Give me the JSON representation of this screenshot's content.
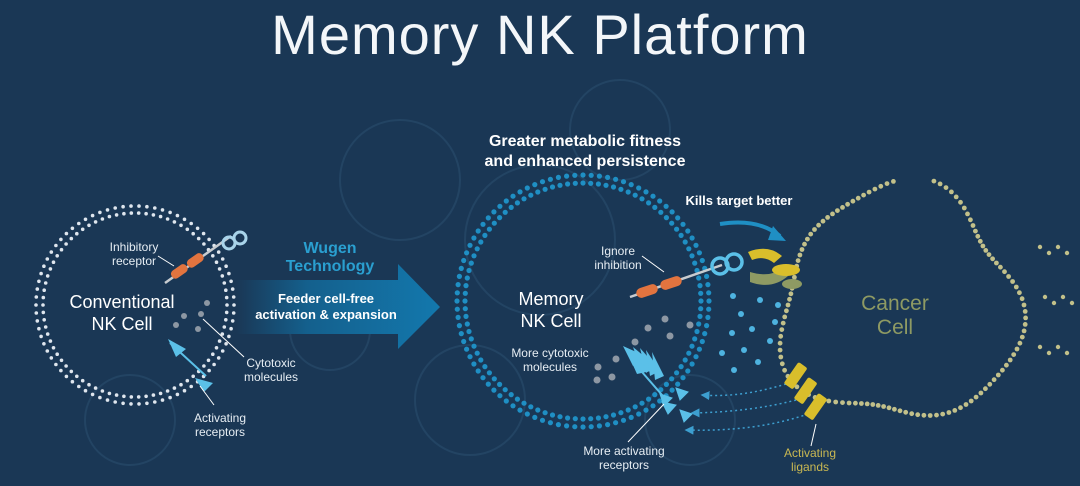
{
  "title": "Memory NK Platform",
  "conventional": {
    "cell_label_line1": "Conventional",
    "cell_label_line2": "NK Cell",
    "inhibitory_line1": "Inhibitory",
    "inhibitory_line2": "receptor",
    "cytotoxic_line1": "Cytotoxic",
    "cytotoxic_line2": "molecules",
    "activating_line1": "Activating",
    "activating_line2": "receptors"
  },
  "process": {
    "wugen_line1": "Wugen",
    "wugen_line2": "Technology",
    "arrow_line1": "Feeder cell-free",
    "arrow_line2": "activation & expansion"
  },
  "memory": {
    "headline_line1": "Greater metabolic fitness",
    "headline_line2": "and enhanced persistence",
    "cell_label_line1": "Memory",
    "cell_label_line2": "NK Cell",
    "ignore_line1": "Ignore",
    "ignore_line2": "inhibition",
    "more_cyto_line1": "More cytotoxic",
    "more_cyto_line2": "molecules",
    "more_act_line1": "More activating",
    "more_act_line2": "receptors",
    "kills": "Kills target better"
  },
  "cancer": {
    "label_line1": "Cancer",
    "label_line2": "Cell",
    "ligands_line1": "Activating",
    "ligands_line2": "ligands"
  },
  "colors": {
    "background": "#1a3755",
    "conventional_dots": "#dfe6ee",
    "memory_dots": "#1f8fc4",
    "cancer_dots": "#c2c08a",
    "inhibitory_receptor": "#e2743f",
    "activating_receptor": "#5bc0e8",
    "ligand": "#d9be2b",
    "cytotoxic": "#8d97a3"
  }
}
